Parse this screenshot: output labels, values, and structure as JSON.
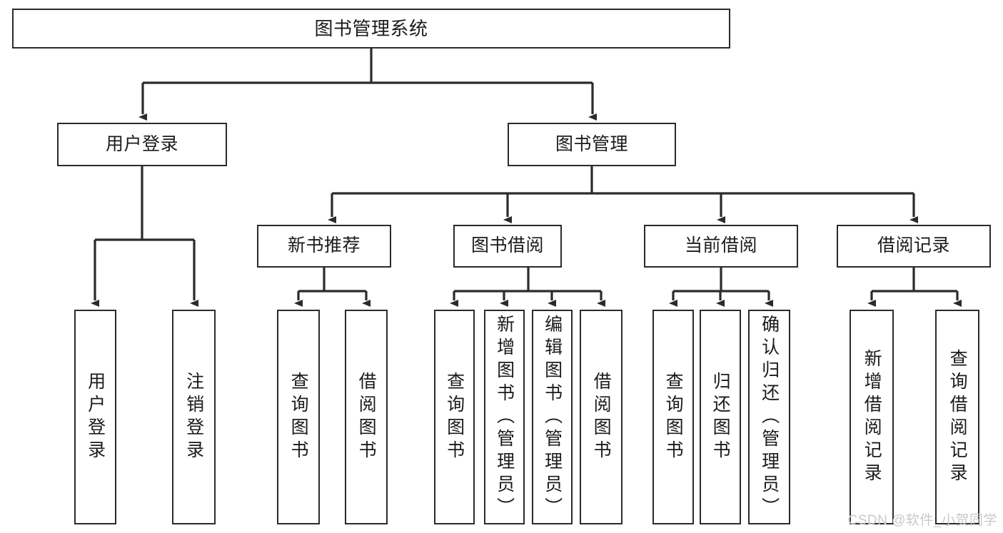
{
  "diagram": {
    "title": "图书管理系统",
    "type": "hierarchy-tree",
    "style": {
      "box_border_color": "#2b2b2b",
      "box_fill_color": "#ffffff",
      "connector_color": "#2b2b2b",
      "text_color": "#1b1b1b",
      "background_color": "#ffffff",
      "watermark_color": "#c9c9c9"
    },
    "levels": {
      "level1": [
        {
          "id": "root",
          "label": "图书管理系统",
          "orientation": "horizontal"
        }
      ],
      "level2": [
        {
          "id": "login",
          "label": "用户登录",
          "orientation": "horizontal"
        },
        {
          "id": "bookmgmt",
          "label": "图书管理",
          "orientation": "horizontal"
        }
      ],
      "level3": [
        {
          "id": "newbook",
          "label": "新书推荐",
          "orientation": "horizontal",
          "parent": "bookmgmt"
        },
        {
          "id": "borrow",
          "label": "图书借阅",
          "orientation": "horizontal",
          "parent": "bookmgmt"
        },
        {
          "id": "current",
          "label": "当前借阅",
          "orientation": "horizontal",
          "parent": "bookmgmt"
        },
        {
          "id": "records",
          "label": "借阅记录",
          "orientation": "horizontal",
          "parent": "bookmgmt"
        }
      ],
      "level4": [
        {
          "id": "leaf-user-login",
          "label": "用户登录",
          "orientation": "vertical",
          "parent": "login"
        },
        {
          "id": "leaf-user-logout",
          "label": "注销登录",
          "orientation": "vertical",
          "parent": "login"
        },
        {
          "id": "leaf-newbook-query",
          "label": "查询图书",
          "orientation": "vertical",
          "parent": "newbook"
        },
        {
          "id": "leaf-newbook-borrow",
          "label": "借阅图书",
          "orientation": "vertical",
          "parent": "newbook"
        },
        {
          "id": "leaf-borrow-query",
          "label": "查询图书",
          "orientation": "vertical",
          "parent": "borrow"
        },
        {
          "id": "leaf-borrow-add",
          "label": "新增图书（管理员）",
          "orientation": "vertical",
          "parent": "borrow"
        },
        {
          "id": "leaf-borrow-edit",
          "label": "编辑图书（管理员）",
          "orientation": "vertical",
          "parent": "borrow"
        },
        {
          "id": "leaf-borrow-lend",
          "label": "借阅图书",
          "orientation": "vertical",
          "parent": "borrow"
        },
        {
          "id": "leaf-current-query",
          "label": "查询图书",
          "orientation": "vertical",
          "parent": "current"
        },
        {
          "id": "leaf-current-return",
          "label": "归还图书",
          "orientation": "vertical",
          "parent": "current"
        },
        {
          "id": "leaf-current-confirm",
          "label": "确认归还（管理员）",
          "orientation": "vertical",
          "parent": "current"
        },
        {
          "id": "leaf-records-add",
          "label": "新增借阅记录",
          "orientation": "vertical",
          "parent": "records"
        },
        {
          "id": "leaf-records-query",
          "label": "查询借阅记录",
          "orientation": "vertical",
          "parent": "records"
        }
      ]
    },
    "watermark": "CSDN @软件_小贺同学"
  }
}
